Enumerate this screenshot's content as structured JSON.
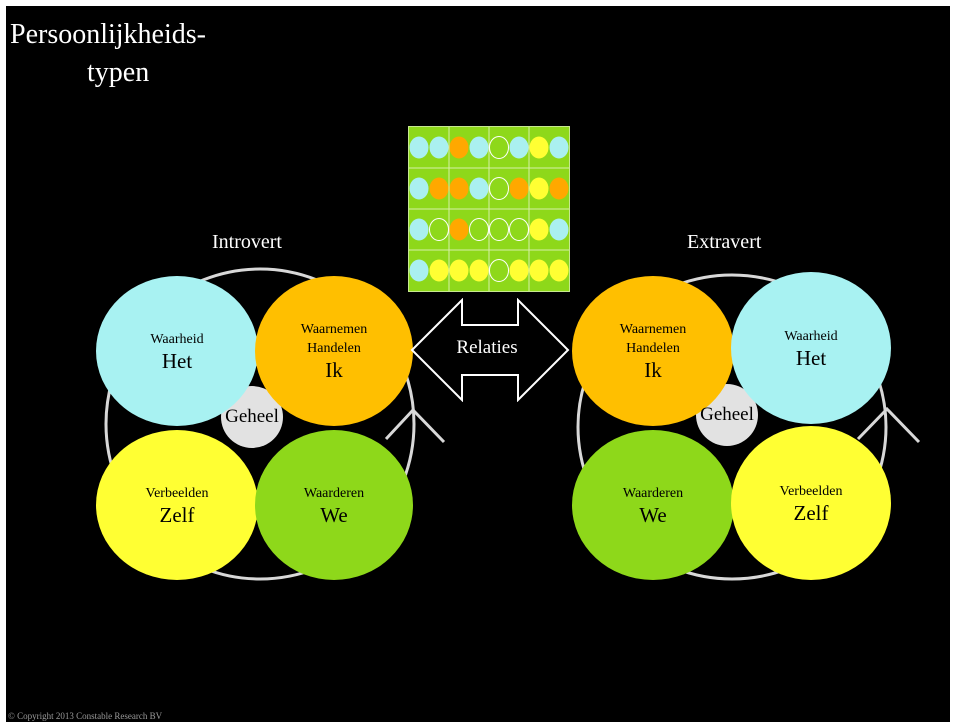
{
  "slide": {
    "title_line1": "Persoonlijkheids-",
    "title_line2": "typen",
    "copyright": "© Copyright 2013 Constable Research BV"
  },
  "introvert": {
    "heading": "Introvert",
    "waarheid": {
      "small": "Waarheid",
      "big": "Het"
    },
    "waarnemen": {
      "small1": "Waarnemen",
      "small2": "Handelen",
      "big": "Ik"
    },
    "verbeelden": {
      "small": "Verbeelden",
      "big": "Zelf"
    },
    "waarderen": {
      "small": "Waarderen",
      "big": "We"
    },
    "center": "Geheel"
  },
  "extravert": {
    "heading": "Extravert",
    "waarnemen": {
      "small1": "Waarnemen",
      "small2": "Handelen",
      "big": "Ik"
    },
    "waarheid": {
      "small": "Waarheid",
      "big": "Het"
    },
    "waarderen": {
      "small": "Waarderen",
      "big": "We"
    },
    "verbeelden": {
      "small": "Verbeelden",
      "big": "Zelf"
    },
    "center": "Geheel"
  },
  "arrow": {
    "label": "Relaties"
  },
  "colors": {
    "waarheid": "#a8f2f2",
    "waarnemen": "#ffbf00",
    "verbeelden": "#ffff33",
    "waarderen": "#8ed81a",
    "geheel": "#e2e2e2",
    "background": "#000000"
  },
  "pattern": {
    "rows": [
      [
        "cyan",
        "cyan",
        "orange",
        "cyan",
        "green",
        "cyan",
        "yellow",
        "cyan"
      ],
      [
        "cyan",
        "orange",
        "orange",
        "cyan",
        "green",
        "orange",
        "yellow",
        "orange"
      ],
      [
        "cyan",
        "green",
        "orange",
        "green",
        "green",
        "green",
        "yellow",
        "cyan"
      ],
      [
        "cyan",
        "yellow",
        "yellow",
        "yellow",
        "green",
        "yellow",
        "yellow",
        "yellow"
      ]
    ]
  }
}
